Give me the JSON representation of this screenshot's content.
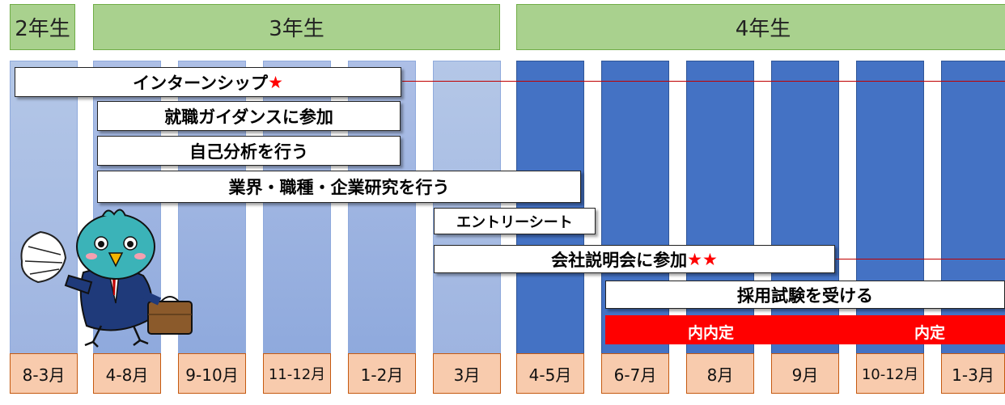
{
  "years": [
    "2年生",
    "3年生",
    "4年生"
  ],
  "months": [
    "8-3月",
    "4-8月",
    "9-10月",
    "11-12月",
    "1-2月",
    "3月",
    "4-5月",
    "6-7月",
    "8月",
    "9月",
    "10-12月",
    "1-3月"
  ],
  "tasks": {
    "internship": "インターンシップ",
    "internship_stars": "★",
    "guidance": "就職ガイダンスに参加",
    "self_analysis": "自己分析を行う",
    "research": "業界・職種・企業研究を行う",
    "entry_sheet": "エントリーシート",
    "briefing": "会社説明会に参加",
    "briefing_stars": "★★",
    "exam": "採用試験を受ける"
  },
  "offers": {
    "informal_offer": "内内定",
    "offer": "内定"
  },
  "colors": {
    "year_green": "#a9d18e",
    "month_orange": "#f8cbad",
    "column_light_blue": "#b4c7e7",
    "column_dark_blue": "#4472c4",
    "offer_red": "#ff0000",
    "star_red": "#ff0000"
  },
  "mascot": "bird-mascot-in-suit-with-briefcase"
}
